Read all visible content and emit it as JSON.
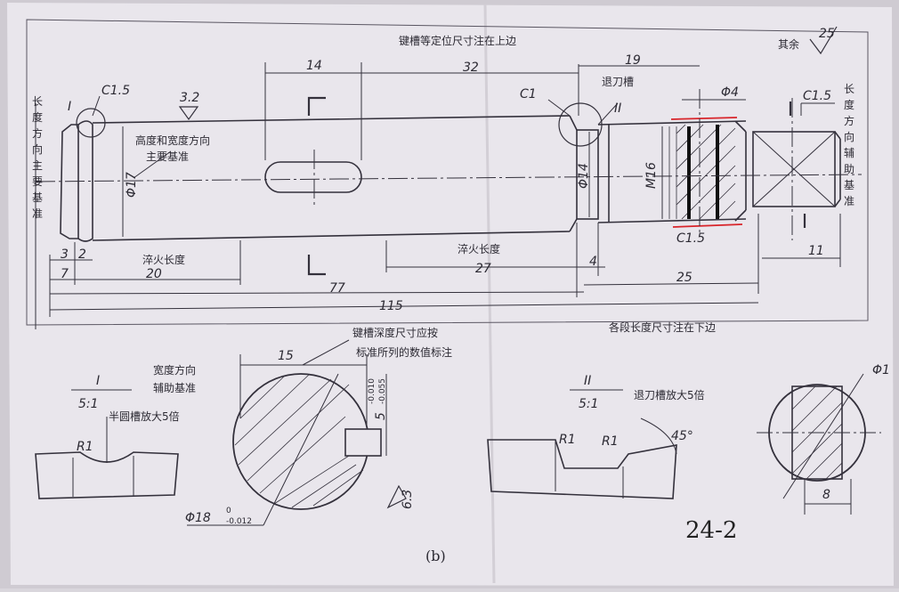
{
  "colors": {
    "paper": "#e8e5ea",
    "ink": "#34313c",
    "highlight": "#d8242a"
  },
  "notes": {
    "top_keyway": "键槽等定位尺寸注在上边",
    "bottom_lengths": "各段长度尺寸注在下边",
    "roughness_rest": "其余",
    "keyway_depth_1": "键槽深度尺寸应按",
    "keyway_depth_2": "标准所列的数值标注"
  },
  "datums": {
    "main_length": [
      "长",
      "度",
      "方",
      "向",
      "主",
      "要",
      "基",
      "准"
    ],
    "aux_length": [
      "长",
      "度",
      "方",
      "向",
      "辅",
      "助",
      "基",
      "准"
    ],
    "height_width_1": "高度和宽度方向",
    "height_width_2": "主要基准",
    "width_aux_1": "宽度方向",
    "width_aux_2": "辅助基准"
  },
  "quench": {
    "left": "淬火长度",
    "right": "淬火长度"
  },
  "groove": {
    "label": "退刀槽",
    "enlarge": "退刀槽放大5倍"
  },
  "detail_I": {
    "title": "I",
    "scale": "5:1",
    "note": "半圆槽放大5倍",
    "radius": "R1"
  },
  "detail_II": {
    "title": "II",
    "scale": "5:1",
    "r1": "R1",
    "r2": "R1",
    "angle": "45°"
  },
  "section": {
    "width": "15",
    "dia": "Φ18",
    "tol_top": "0",
    "tol_bot": "-0.012",
    "depth": "5",
    "dtol_top": "-0.010",
    "dtol_bot": "-0.055",
    "rough": "6.3"
  },
  "section_right": {
    "dim": "8",
    "dia": "Φ1"
  },
  "dims": {
    "d14_top": "14",
    "d32": "32",
    "d19": "19",
    "d_phi4": "Φ4",
    "c15_left": "C1.5",
    "rough32": "3.2",
    "c1": "C1",
    "c15_right": "C1.5",
    "c15_bottom": "C1.5",
    "mark_I": "I",
    "mark_II": "II",
    "phi17": "Φ17",
    "phi14": "Φ14",
    "m16": "M16",
    "d3": "3",
    "d2": "2",
    "d7": "7",
    "d20": "20",
    "d27": "27",
    "d4": "4",
    "d25": "25",
    "d11": "11",
    "d77": "77",
    "d115": "115",
    "rough_rest": "25"
  },
  "figure_number": "24-2",
  "caption": "(b)"
}
